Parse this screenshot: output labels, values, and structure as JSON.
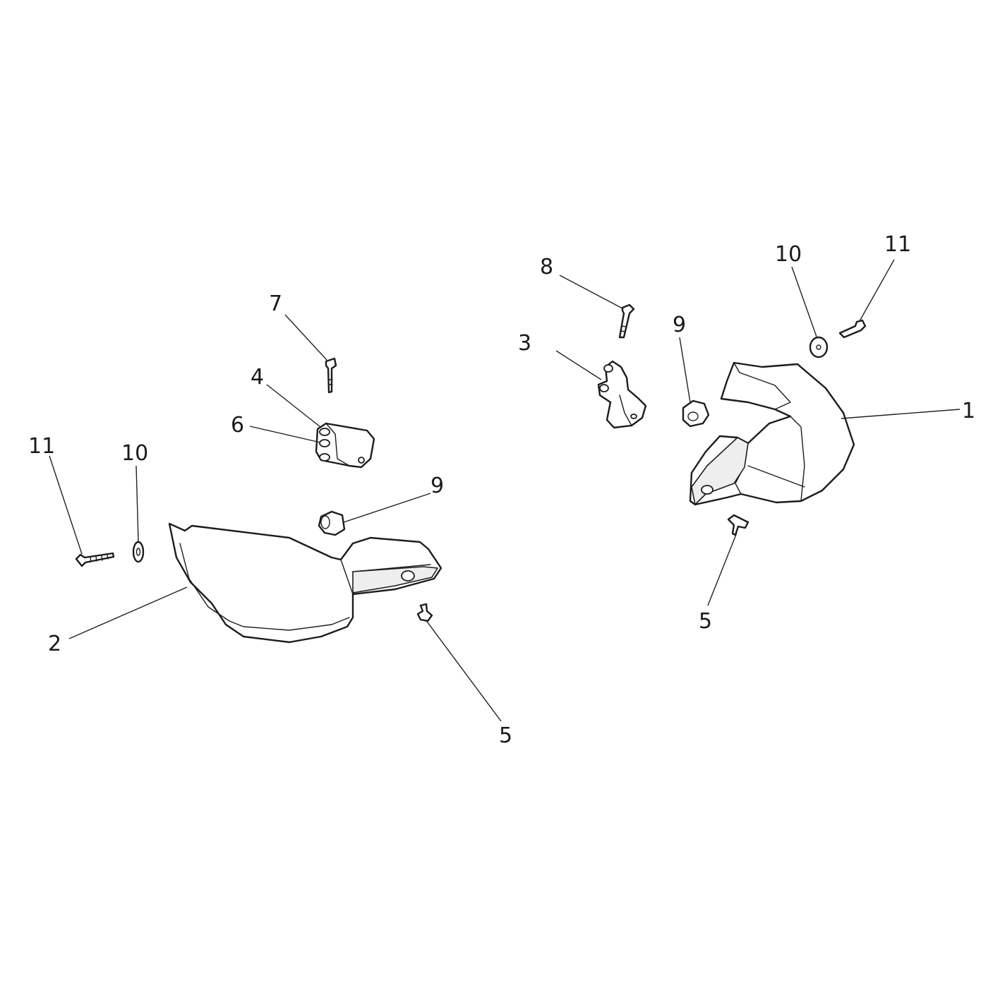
{
  "diagram": {
    "callouts": [
      {
        "id": "c1",
        "label": "1"
      },
      {
        "id": "c2",
        "label": "2"
      },
      {
        "id": "c3",
        "label": "3"
      },
      {
        "id": "c4",
        "label": "4"
      },
      {
        "id": "c5a",
        "label": "5"
      },
      {
        "id": "c5b",
        "label": "5"
      },
      {
        "id": "c6",
        "label": "6"
      },
      {
        "id": "c7",
        "label": "7"
      },
      {
        "id": "c8",
        "label": "8"
      },
      {
        "id": "c9a",
        "label": "9"
      },
      {
        "id": "c9b",
        "label": "9"
      },
      {
        "id": "c10a",
        "label": "10"
      },
      {
        "id": "c10b",
        "label": "10"
      },
      {
        "id": "c11a",
        "label": "11"
      },
      {
        "id": "c11b",
        "label": "11"
      }
    ]
  }
}
